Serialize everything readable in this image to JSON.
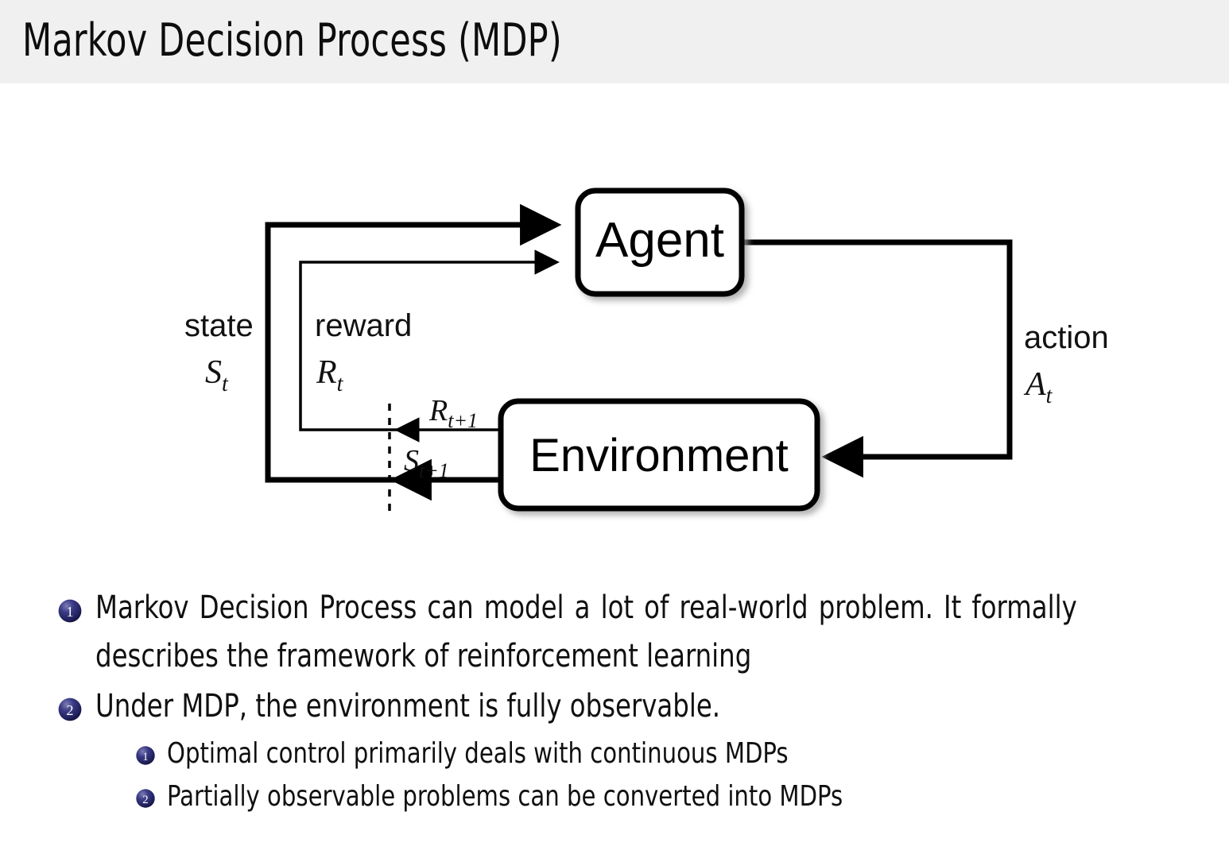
{
  "slide": {
    "title": "Markov Decision Process (MDP)",
    "header_bg": "#f0f0f0",
    "background": "#ffffff",
    "bullet_color": "#27276b"
  },
  "diagram": {
    "name": "agent-environment-interaction-loop",
    "nodes": {
      "agent": "Agent",
      "environment": "Environment"
    },
    "edge_labels": {
      "state_word": "state",
      "state_symbol_base": "S",
      "state_symbol_sub": "t",
      "reward_word": "reward",
      "reward_symbol_base": "R",
      "reward_symbol_sub": "t",
      "action_word": "action",
      "action_symbol_base": "A",
      "action_symbol_sub": "t",
      "next_reward_base": "R",
      "next_reward_sub": "t+1",
      "next_state_base": "S",
      "next_state_sub": "t+1"
    }
  },
  "bullets": [
    {
      "marker": "1",
      "text": "Markov Decision Process can model a lot of real-world problem. It formally describes the framework of reinforcement learning",
      "justify": true,
      "children": []
    },
    {
      "marker": "2",
      "text": "Under MDP, the environment is fully observable.",
      "justify": false,
      "children": [
        {
          "marker": "1",
          "text": "Optimal control primarily deals with continuous MDPs"
        },
        {
          "marker": "2",
          "text": "Partially observable problems can be converted into MDPs"
        }
      ]
    }
  ]
}
